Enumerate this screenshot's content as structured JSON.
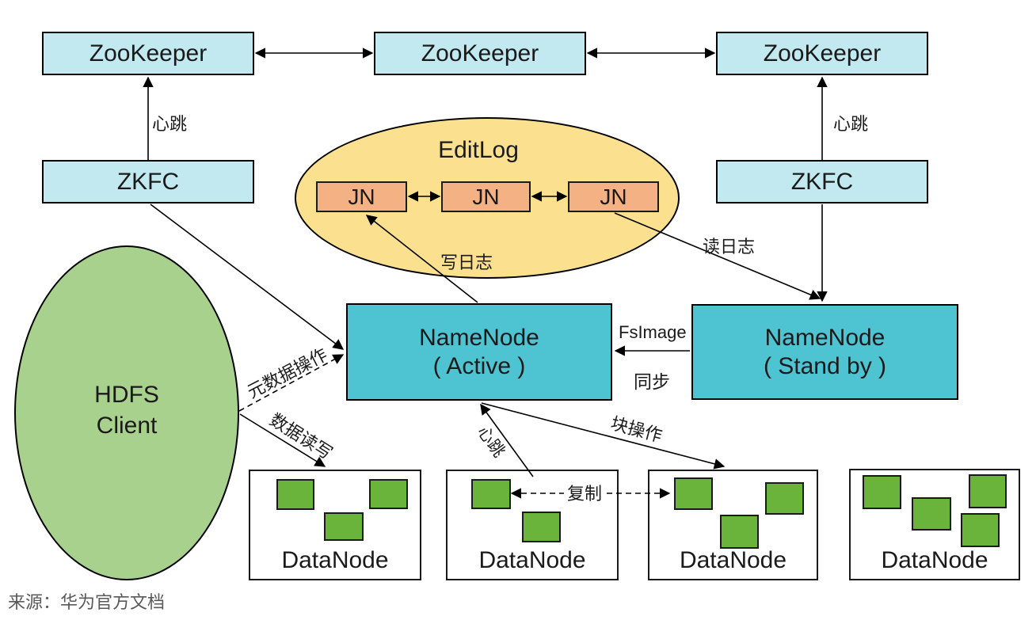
{
  "nodes": {
    "zookeeper": "ZooKeeper",
    "zkfc": "ZKFC",
    "editlog": "EditLog",
    "jn": "JN",
    "namenode_active": {
      "line1": "NameNode",
      "line2": "( Active )"
    },
    "namenode_standby": {
      "line1": "NameNode",
      "line2": "( Stand by )"
    },
    "hdfs_client": {
      "line1": "HDFS",
      "line2": "Client"
    },
    "datanode": "DataNode"
  },
  "edge_labels": {
    "zk_heartbeat_left": "心跳",
    "zk_heartbeat_right": "心跳",
    "write_log": "写日志",
    "read_log": "读日志",
    "fsimage": "FsImage",
    "sync": "同步",
    "metadata_ops": "元数据操作",
    "data_read_write": "数据读写",
    "dn_heartbeat": "心跳",
    "block_ops": "块操作",
    "replicate": "复制"
  },
  "footer": {
    "source": "来源：华为官方文档"
  },
  "colors": {
    "zookeeper_box": "#c2e8f0",
    "namenode_box": "#4ec3d2",
    "editlog_ellipse": "#fae08f",
    "jn_box": "#f4b183",
    "hdfs_client_ellipse": "#a9d18e",
    "data_block": "#6ab43c",
    "outline": "#000000",
    "source_text": "#595959"
  }
}
